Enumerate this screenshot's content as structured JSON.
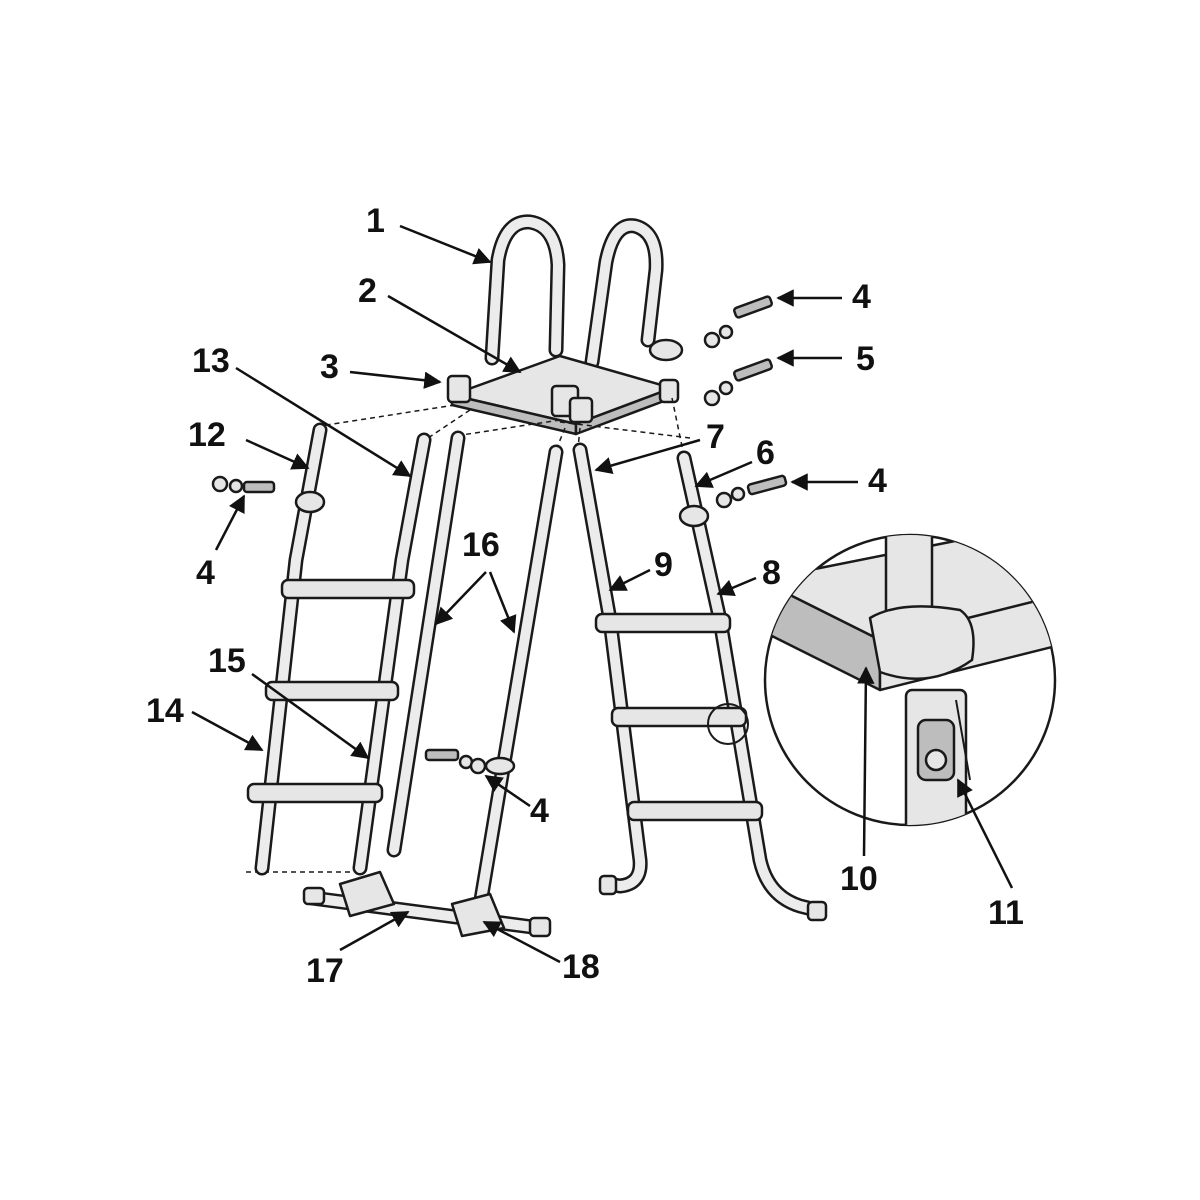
{
  "callouts": {
    "c1": "1",
    "c2": "2",
    "c3": "3",
    "c4a": "4",
    "c5": "5",
    "c4b": "4",
    "c6": "6",
    "c7": "7",
    "c8": "8",
    "c9": "9",
    "c10": "10",
    "c11": "11",
    "c12": "12",
    "c13": "13",
    "c4c": "4",
    "c14": "14",
    "c15": "15",
    "c16": "16",
    "c4d": "4",
    "c17": "17",
    "c18": "18"
  }
}
